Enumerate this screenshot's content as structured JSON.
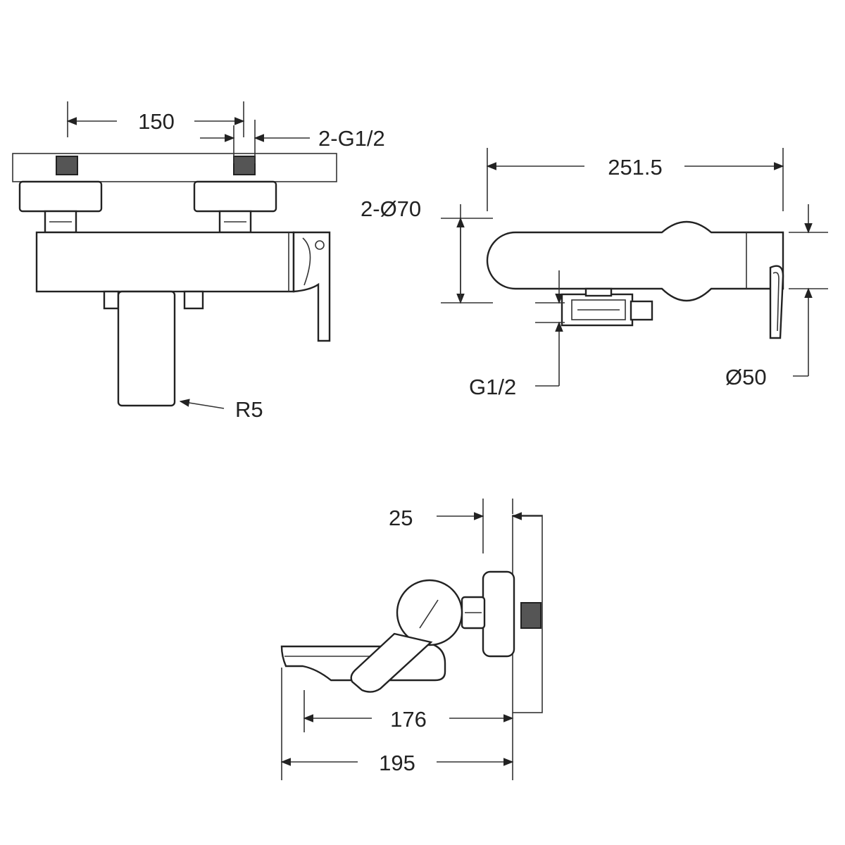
{
  "front_view": {
    "dim_inlet_spacing": "150",
    "dim_connection_thread": "2-G1/2",
    "label_corner_radius": "R5"
  },
  "top_view": {
    "dim_overall_length": "251.5",
    "dim_body_diameter": "2-Ø70",
    "dim_outlet_thread": "G1/2",
    "dim_handle_diameter": "Ø50"
  },
  "side_view": {
    "dim_eccentric_offset": "25",
    "dim_spout_projection": "176",
    "dim_total_projection": "195"
  }
}
